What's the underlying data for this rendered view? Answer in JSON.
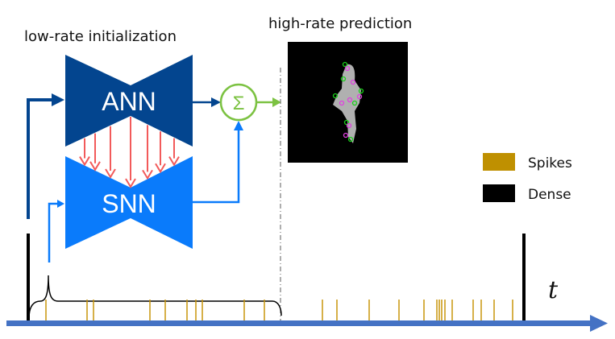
{
  "titles": {
    "left": "low-rate initialization",
    "right": "high-rate prediction"
  },
  "blocks": {
    "ann": "ANN",
    "snn": "SNN",
    "sum": "Σ"
  },
  "axis": {
    "label": "t"
  },
  "legend": [
    {
      "label": "Spikes",
      "color": "#bf9000"
    },
    {
      "label": "Dense",
      "color": "#000000"
    }
  ],
  "colors": {
    "ann": "#03458f",
    "snn": "#0a7bfb",
    "sum": "#7cc242",
    "transfer": "#f25a5a",
    "axis": "#4472c4",
    "spike": "#c8960a"
  },
  "spikes_window1": [
    57,
    108,
    116,
    186,
    205,
    232,
    243,
    251,
    303,
    328
  ],
  "spikes_window2": [
    400,
    418,
    458,
    495,
    526,
    542,
    545,
    548,
    552,
    561,
    587,
    597,
    613,
    636
  ]
}
